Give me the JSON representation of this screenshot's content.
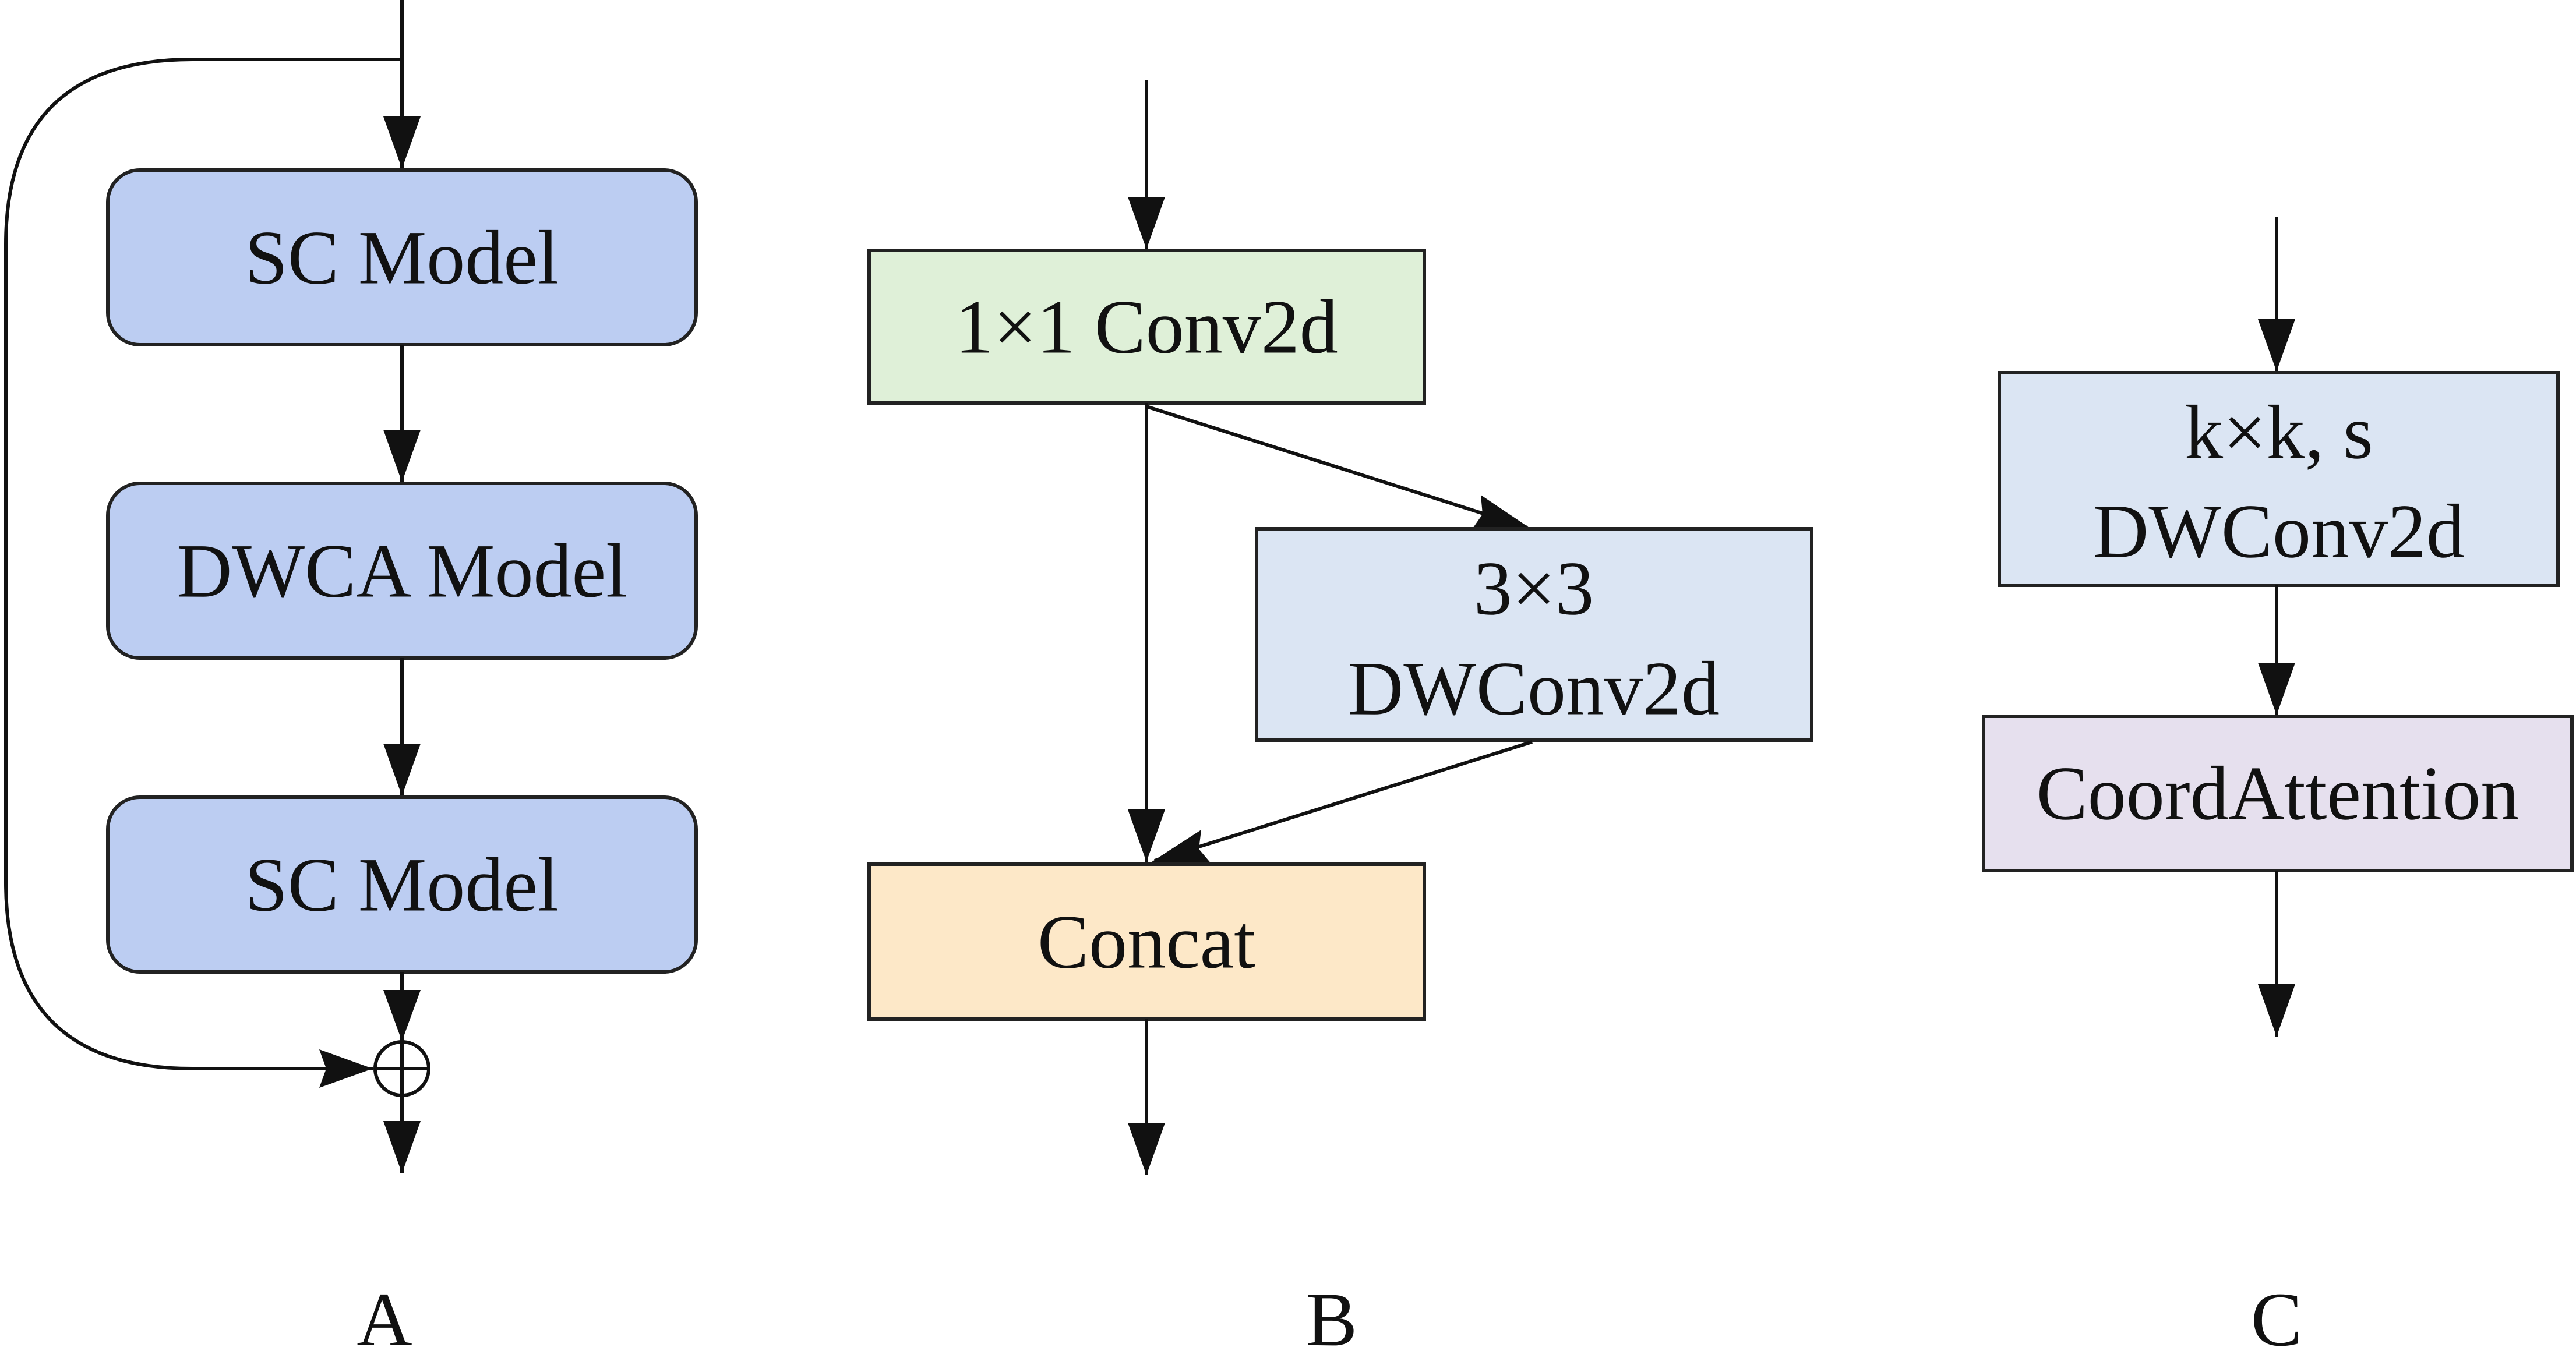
{
  "panels": {
    "a": {
      "label": "A",
      "blocks": [
        "SC Model",
        "DWCA Model",
        "SC Model"
      ]
    },
    "b": {
      "label": "B",
      "blocks": [
        "1×1 Conv2d",
        "3×3",
        "DWConv2d",
        "Concat"
      ]
    },
    "c": {
      "label": "C",
      "blocks": [
        "k×k, s",
        "DWConv2d",
        "CoordAttention"
      ]
    }
  },
  "colors": {
    "sc_model": "#bccdf2",
    "dwca_model": "#bccdf2",
    "conv1x1": "#dff0d8",
    "dwconv3x3": "#dbe5f3",
    "concat": "#fde8c8",
    "dwconv_kxk": "#dbe5f3",
    "coord_attention": "#e6e0ee"
  }
}
